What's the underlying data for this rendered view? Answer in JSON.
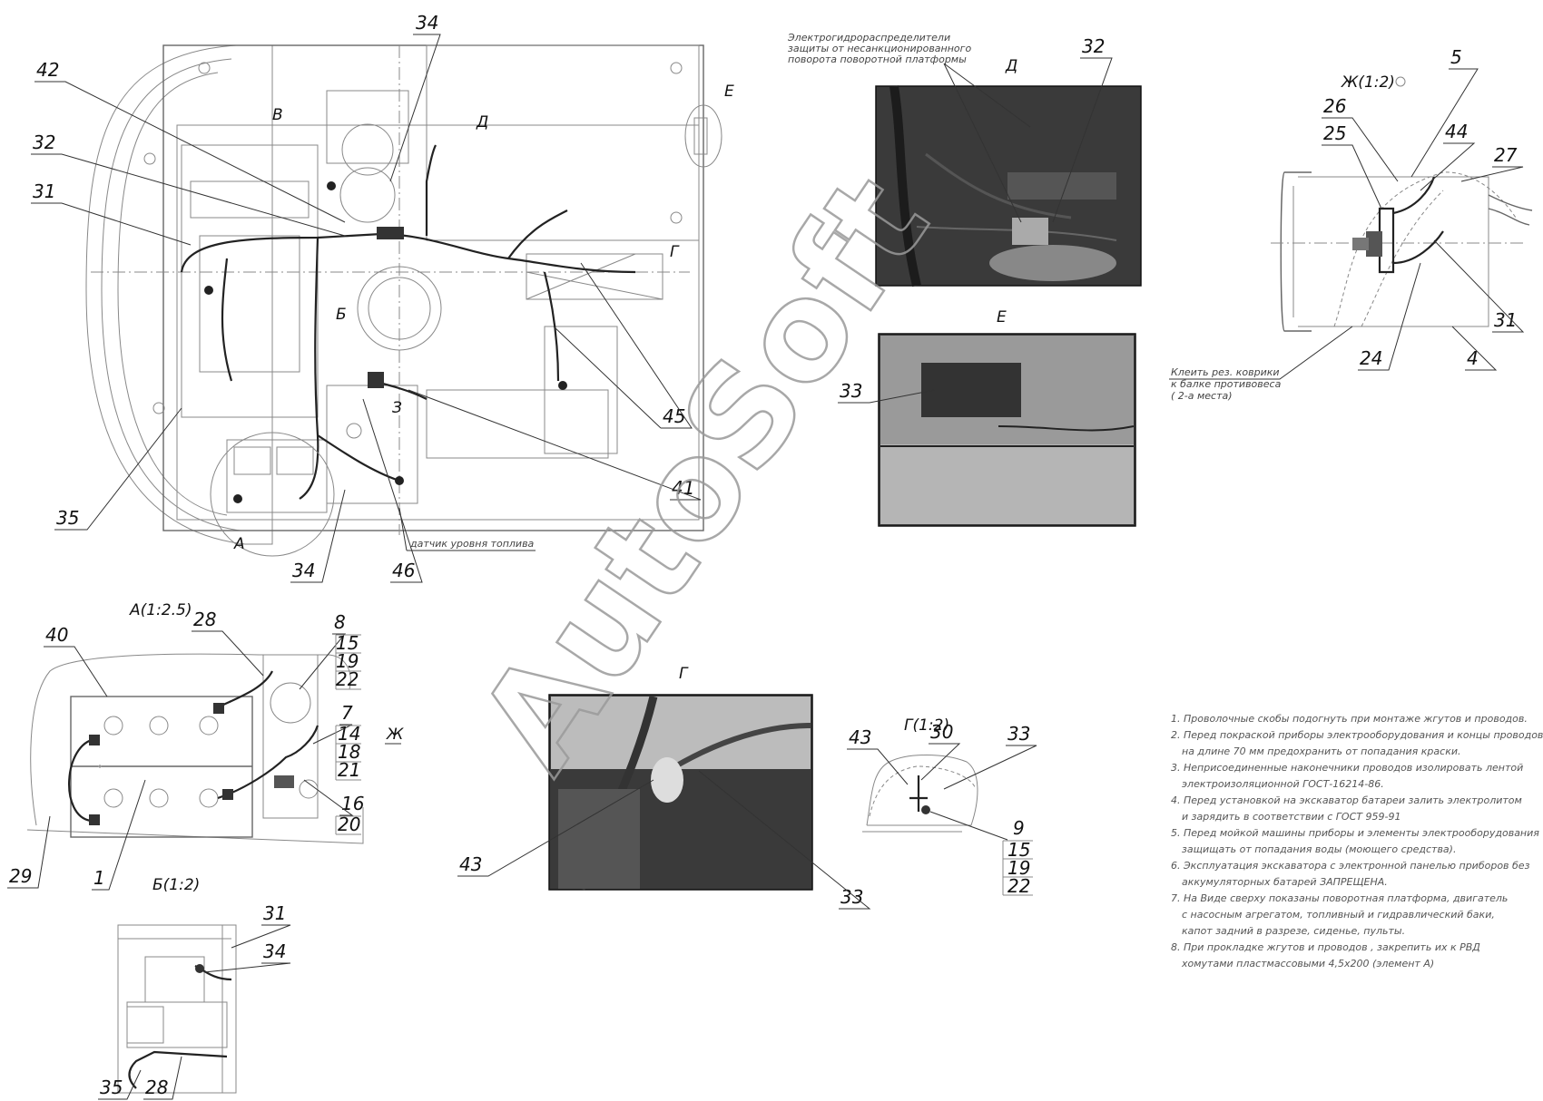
{
  "watermark": "AutoSoft",
  "views": {
    "a_title": "А(1:2.5)",
    "b_title": "Б(1:2)",
    "zh_title": "Ж(1:2)",
    "g_title": "Г(1:2)",
    "zh_mark": "Ж",
    "d_photo": "Д",
    "e_photo": "Е",
    "g_photo": "Г"
  },
  "main_labels": {
    "v": "В",
    "d": "Д",
    "e": "Е",
    "b": "Б",
    "g": "Г",
    "z": "З",
    "a": "А"
  },
  "captions": {
    "distributors_1": "Электрогидрораспределители",
    "distributors_2": "защиты от несанкционированного",
    "distributors_3": "поворота поворотной платформы",
    "fuel_sensor": "датчик уровня топлива",
    "mat_1": "Клеить рез. коврики",
    "mat_2": "к балке противовеса",
    "mat_3": "( 2-а места)"
  },
  "callouts": {
    "main": [
      "34",
      "42",
      "32",
      "31",
      "35",
      "34",
      "46",
      "41",
      "45"
    ],
    "photo_d": [
      "32"
    ],
    "photo_e": [
      "33"
    ],
    "photo_g": [
      "43",
      "33"
    ],
    "view_zh": [
      "5",
      "26",
      "25",
      "44",
      "27",
      "31",
      "24",
      "4"
    ],
    "view_a": [
      "40",
      "28",
      "8",
      "15",
      "19",
      "22",
      "7",
      "14",
      "18",
      "21",
      "16",
      "20",
      "29",
      "1"
    ],
    "view_b": [
      "31",
      "34",
      "35",
      "28"
    ],
    "view_g": [
      "43",
      "30",
      "33",
      "9",
      "15",
      "19",
      "22"
    ]
  },
  "notes": [
    "1. Проволочные скобы подогнуть при монтаже жгутов и проводов.",
    "2. Перед покраской приборы электрооборудования и концы проводов",
    "на длине 70 мм предохранить от попадания краски.",
    "3. Неприсоединенные наконечники проводов изолировать лентой",
    "электроизоляционной ГОСТ-16214-86.",
    "4. Перед установкой на экскаватор батареи залить электролитом",
    "и зарядить в соответствии с ГОСТ 959-91",
    "5. Перед мойкой машины приборы и элементы электрооборудования",
    "защищать от попадания воды (моющего средства).",
    "6. Эксплуатация экскаватора с электронной панелью приборов без",
    "аккумуляторных батарей ЗАПРЕЩЕНА.",
    "7. На Виде сверху показаны поворотная платформа, двигатель",
    "с насосным агрегатом, топливный и гидравлический баки,",
    "капот задний в разрезе, сиденье, пульты.",
    "8. При прокладке жгутов и проводов , закрепить их к РВД",
    "хомутами пластмассовыми 4,5х200 (элемент А)"
  ]
}
